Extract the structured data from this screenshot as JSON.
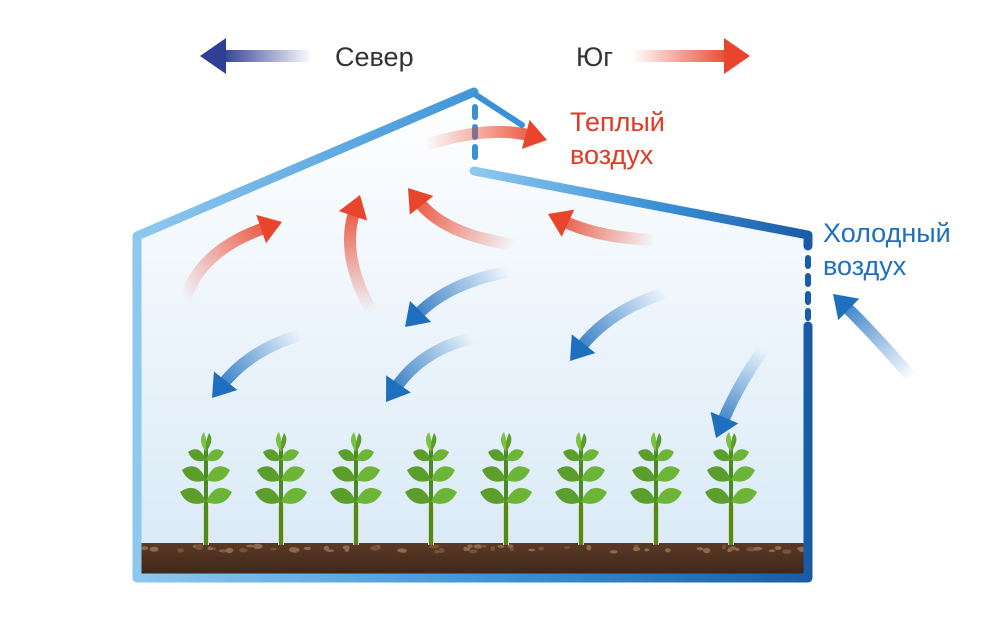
{
  "compass": {
    "north_label": "Север",
    "south_label": "Юг"
  },
  "warm_air": {
    "line1": "Теплый",
    "line2": "воздух"
  },
  "cold_air": {
    "line1": "Холодный",
    "line2": "воздух"
  },
  "plants": {
    "count": 8
  },
  "colors": {
    "warm": "#e8452c",
    "cold": "#1f6fbf",
    "frame_light": "#8ec8ef",
    "frame_dark": "#1a5ba8",
    "north_arrow": "#2f3f95",
    "soil": "#4a2e1f",
    "leaf": "#5c9e2b"
  }
}
